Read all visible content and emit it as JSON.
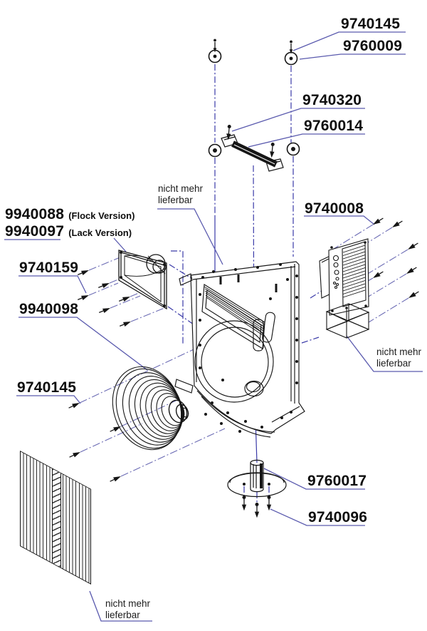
{
  "diagram": {
    "type": "exploded-parts-diagram",
    "subject": "loudspeaker",
    "colors": {
      "line_art": "#161616",
      "leader_line": "#5a5aae",
      "centerline": "#3a3aa8",
      "label_text": "#0d0d0d"
    },
    "part_labels": {
      "top_screw": "9740145",
      "top_washer": "9760009",
      "handle": "9740320",
      "handle_screws": "9760014",
      "horn_flock": "9940088",
      "horn_flock_variant": "(Flock Version)",
      "horn_lack": "9940097",
      "horn_lack_variant": "(Lack Version)",
      "horn_screws": "9740159",
      "woofer": "9940098",
      "woofer_screws": "9740145",
      "connector_panel": "9740008",
      "pole_mount": "9760017",
      "pole_mount_screws": "9740096"
    },
    "notes": {
      "line1": "nicht mehr",
      "line2": "lieferbar"
    }
  }
}
